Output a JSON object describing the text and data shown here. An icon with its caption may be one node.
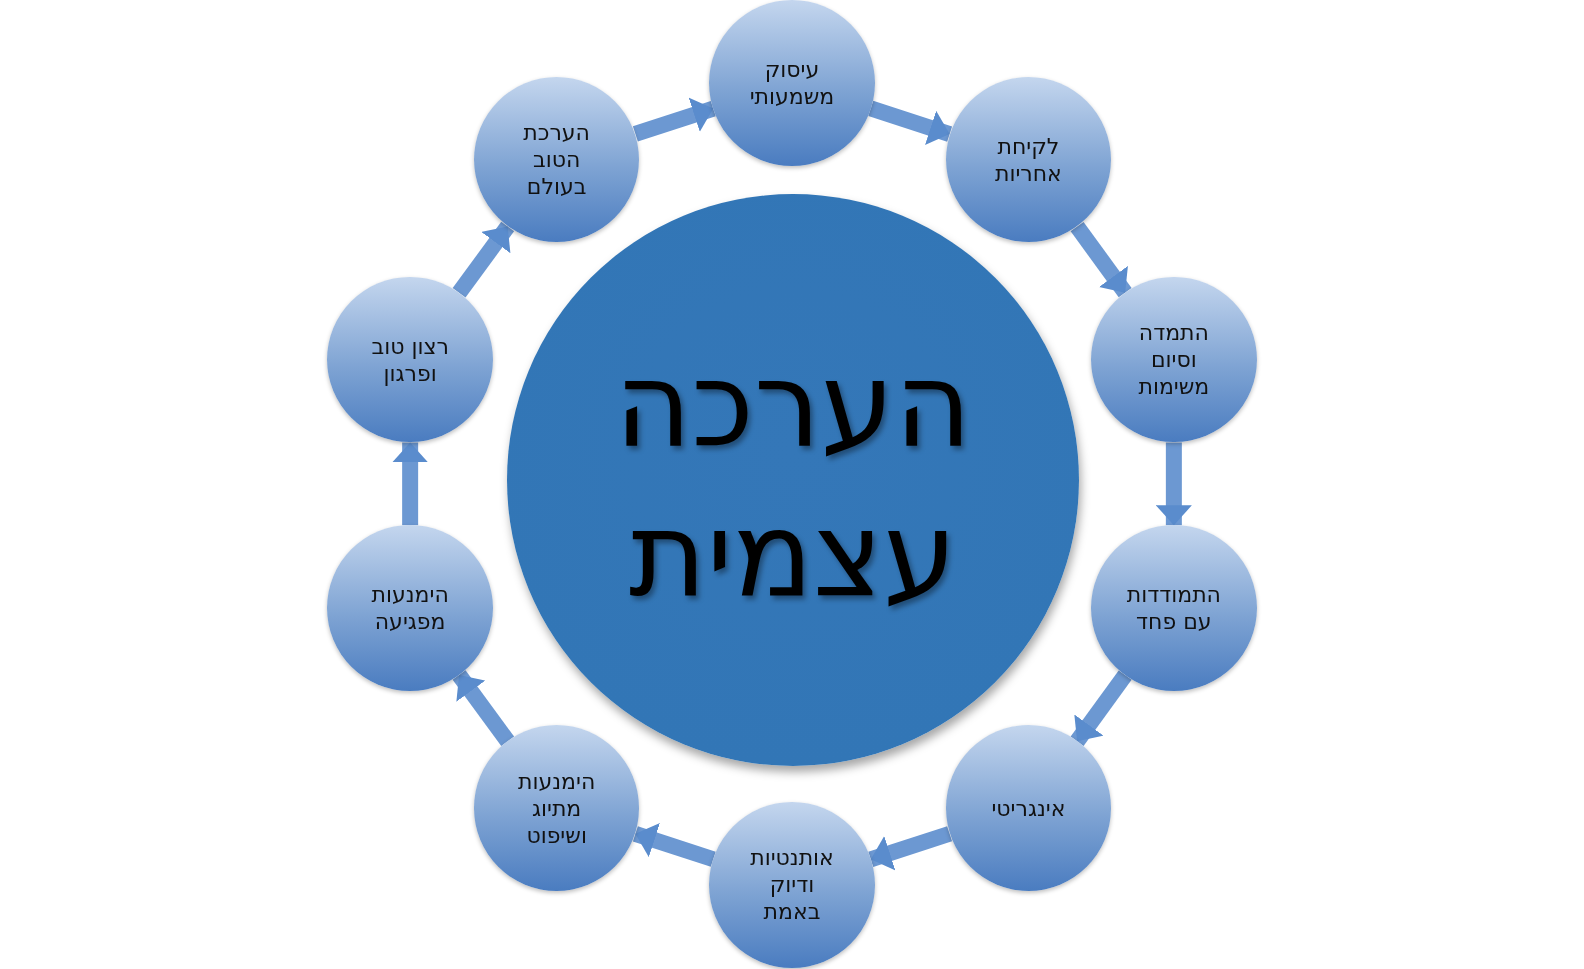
{
  "diagram": {
    "nodes": [
      {
        "text": [
          "הערכה עצמית"
        ]
      },
      {
        "text": [
          "עיסוק משמעותי"
        ]
      },
      {
        "text": [
          "לקיחת אחריות"
        ]
      },
      {
        "text": [
          "התמדה וסיום משימות"
        ]
      },
      {
        "text": [
          "התמודדות עם פחד"
        ]
      },
      {
        "text": [
          "אינגריטי"
        ]
      },
      {
        "text": [
          "אותנטיות ודיוק באמת"
        ]
      },
      {
        "text": [
          "הימנעות מתיוג ושיפוט"
        ]
      },
      {
        "text": [
          "הימנעות מפגיעה"
        ]
      },
      {
        "text": [
          "רצון טוב ופרגון"
        ]
      },
      {
        "text": [
          "הערכת הטוב בעולם"
        ]
      }
    ],
    "edges": [
      {
        "from": 1,
        "to": 2,
        "arrow": "to"
      },
      {
        "from": 2,
        "to": 3,
        "arrow": "to"
      },
      {
        "from": 3,
        "to": 4,
        "arrow": "to"
      },
      {
        "from": 4,
        "to": 5,
        "arrow": "to"
      },
      {
        "from": 5,
        "to": 6,
        "arrow": "to"
      },
      {
        "from": 6,
        "to": 7,
        "arrow": "to"
      },
      {
        "from": 7,
        "to": 8,
        "arrow": "to"
      },
      {
        "from": 8,
        "to": 9,
        "arrow": "to"
      },
      {
        "from": 9,
        "to": 10,
        "arrow": "to"
      },
      {
        "from": 10,
        "to": 1,
        "arrow": "to"
      }
    ]
  }
}
